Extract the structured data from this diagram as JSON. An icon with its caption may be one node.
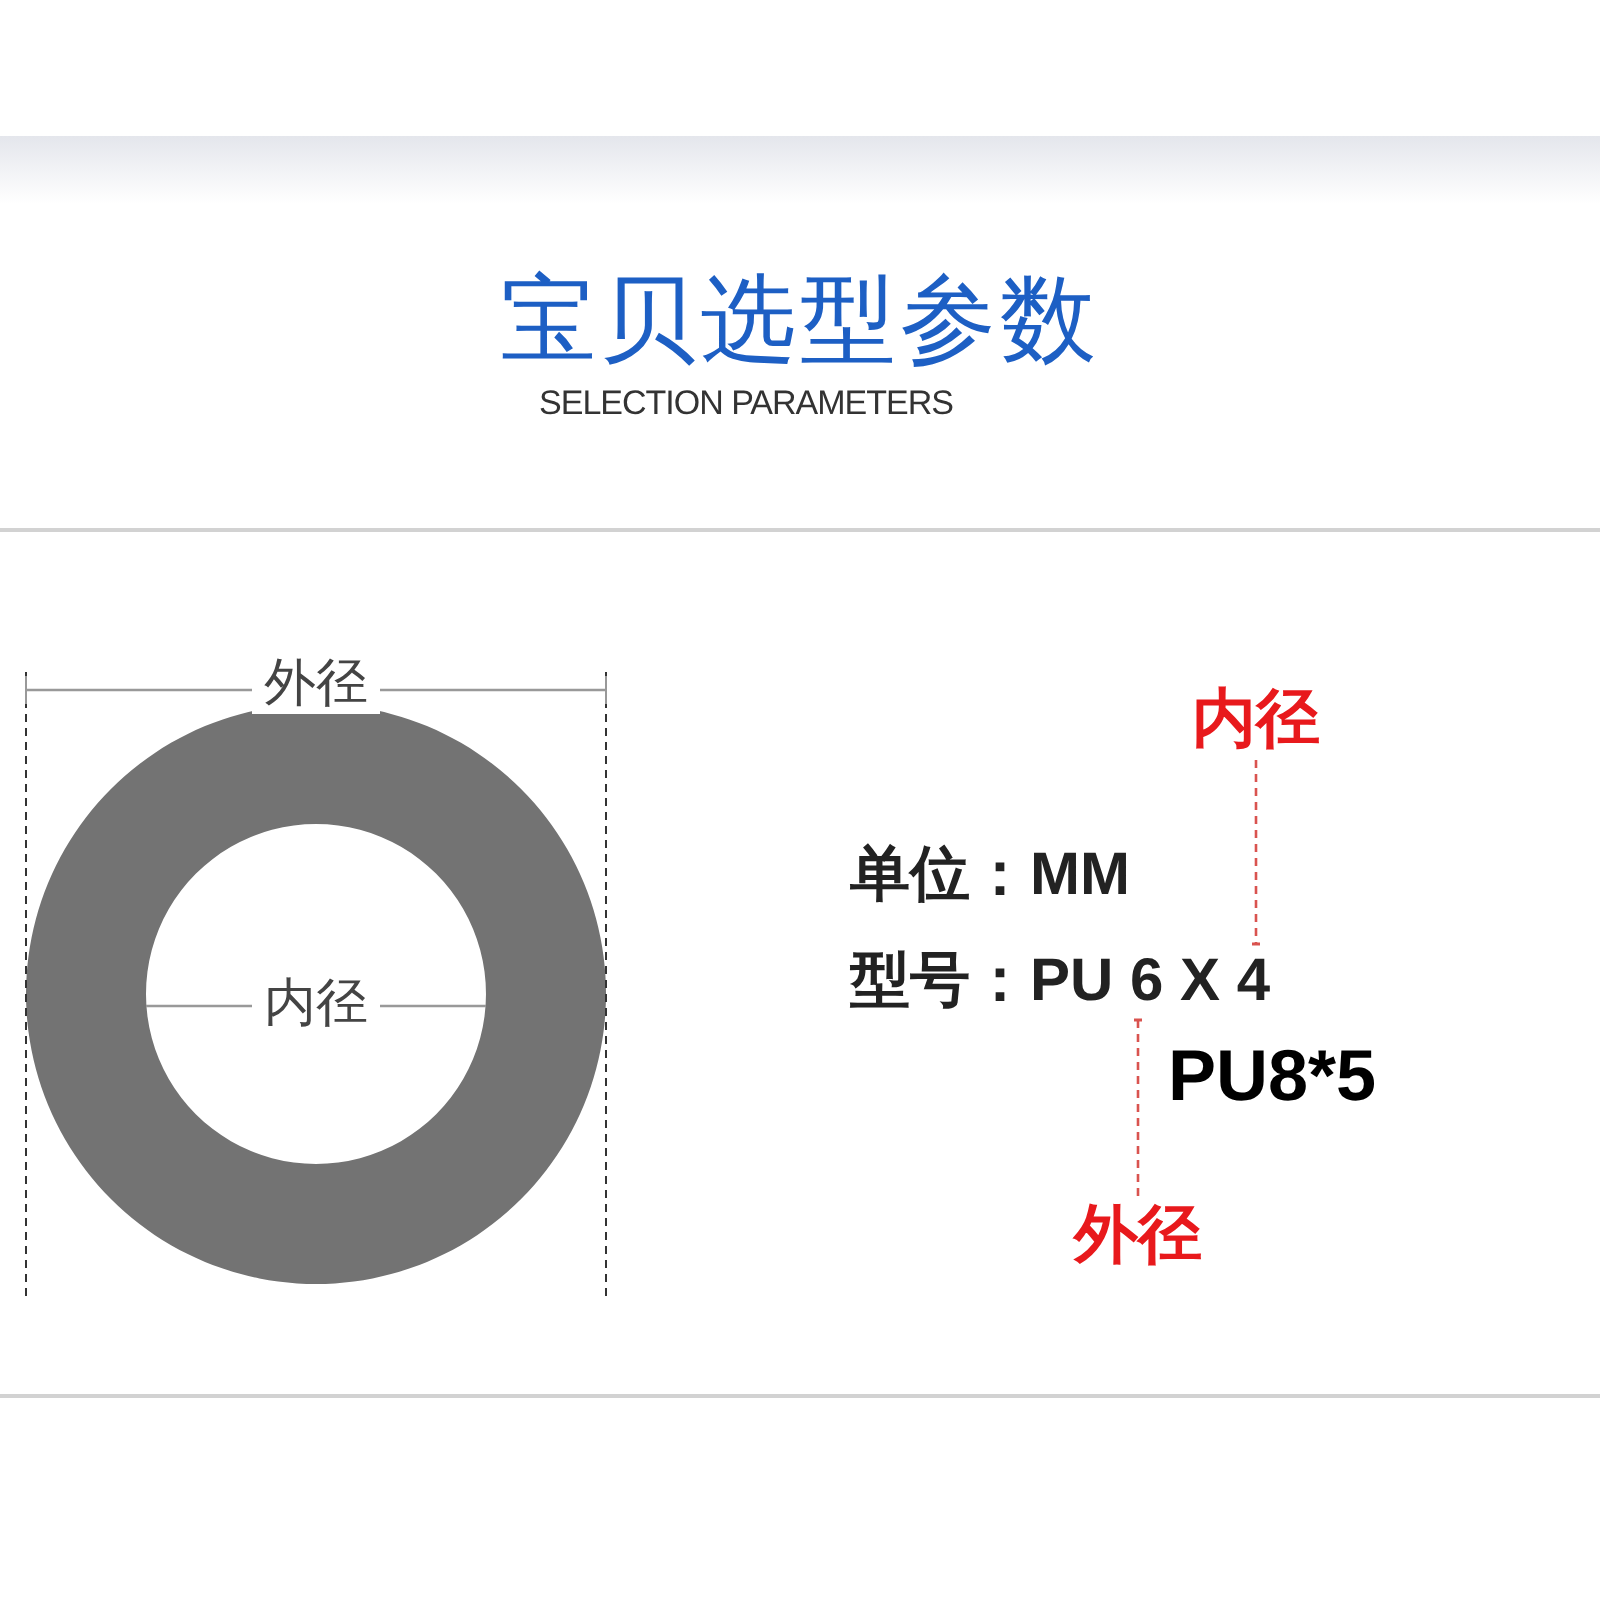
{
  "diagram": {
    "title": "宝贝选型参数",
    "nodes": [
      {
        "text": [
          "内径"
        ]
      },
      {
        "text": [
          "型号：PU 6 X 4"
        ]
      },
      {
        "text": [
          "外径"
        ]
      }
    ],
    "edges": [
      {
        "from": 0,
        "to": 1,
        "arrow": "other",
        "style": "dashed"
      },
      {
        "from": 2,
        "to": 1,
        "arrow": "other",
        "style": "dashed"
      }
    ],
    "labels": [
      "SELECTION PARAMETERS",
      "外径",
      "内径",
      "单位：MM",
      "PU8*5"
    ]
  }
}
